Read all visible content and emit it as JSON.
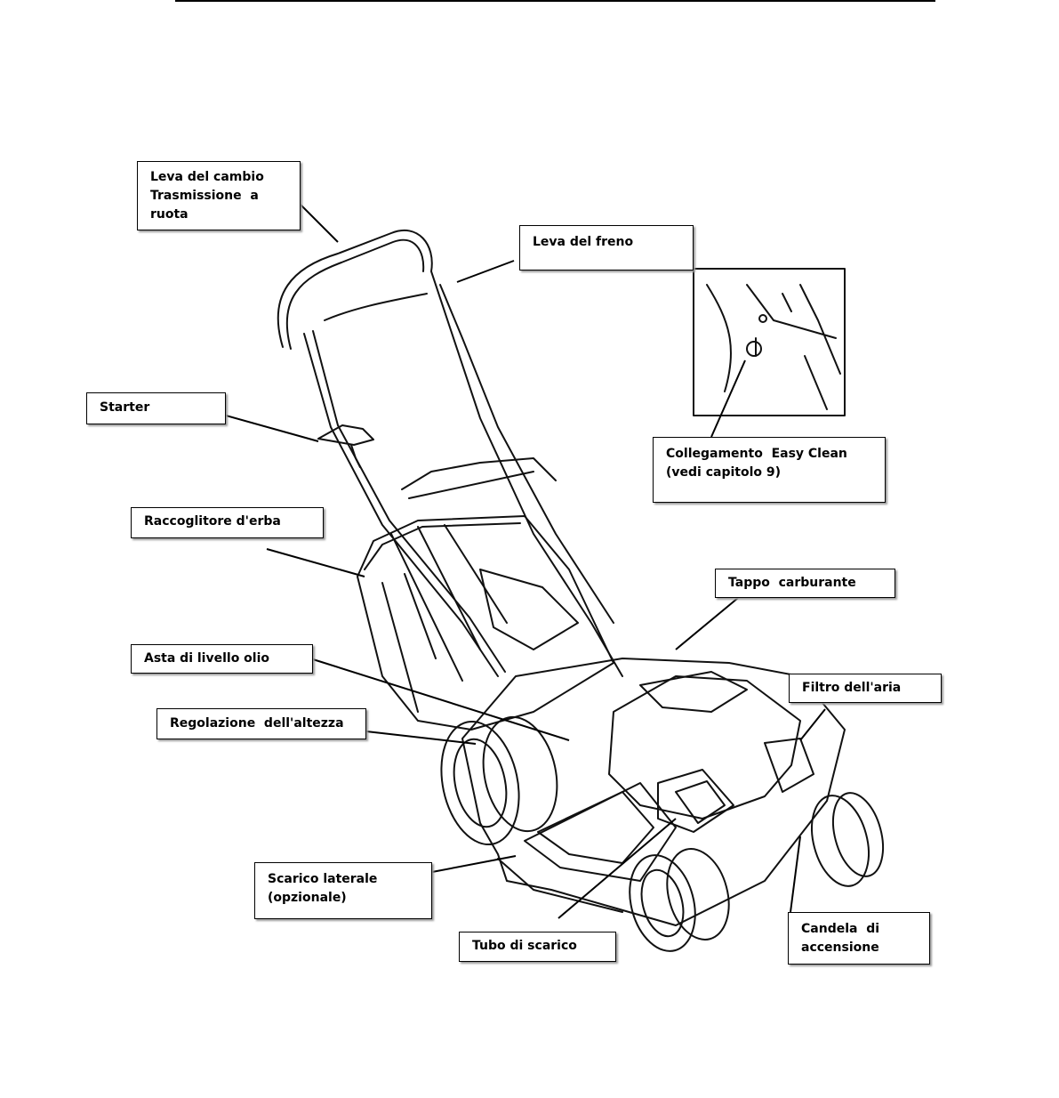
{
  "labels": {
    "shift_lever": "Leva del cambio\nTrasmissione  a\nruota",
    "brake_lever": "Leva del freno",
    "starter": "Starter",
    "easy_clean": "Collegamento  Easy Clean\n(vedi capitolo 9)",
    "grass_catcher": "Raccoglitore d'erba",
    "fuel_cap": "Tappo  carburante",
    "oil_dipstick": "Asta di livello olio",
    "air_filter": "Filtro dell'aria",
    "height_adjust": "Regolazione  dell'altezza",
    "side_discharge": "Scarico laterale\n(opzionale)",
    "exhaust": "Tubo di scarico",
    "spark_plug": "Candela  di\naccensione"
  }
}
